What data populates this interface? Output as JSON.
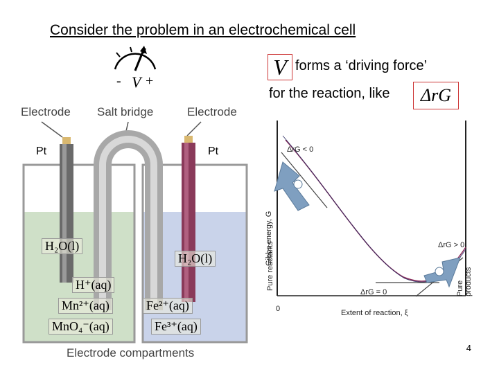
{
  "slide": {
    "title": "Consider the problem in an electrochemical cell",
    "driving_force_text": "forms a ‘driving force’",
    "for_reaction_text": "for the reaction, like",
    "page_number": "4"
  },
  "meter": {
    "minus": "-",
    "v": "V",
    "plus": "+"
  },
  "cell": {
    "electrode_left": "Electrode",
    "salt_bridge": "Salt bridge",
    "electrode_right": "Electrode",
    "pt_left": "Pt",
    "pt_right": "Pt",
    "compartments": "Electrode compartments",
    "species_left": [
      "H₂O(l)",
      "H⁺(aq)",
      "Mn²⁺(aq)",
      "MnO₄⁻(aq)"
    ],
    "species_right": [
      "H₂O(l)",
      "Fe²⁺(aq)",
      "Fe³⁺(aq)"
    ]
  },
  "symbols": {
    "V": "V",
    "delta_r_G": "ΔrG"
  },
  "gibbs_plot": {
    "y_label": "Gibbs energy, G",
    "x_label": "Extent of reaction, ξ",
    "origin": "0",
    "left_axis_label": "Pure reactants",
    "right_axis_label": "Pure products",
    "ann_lt": "ΔrG < 0",
    "ann_gt": "ΔrG > 0",
    "ann_eq": "ΔrG = 0"
  },
  "colors": {
    "left_solution": "#cfe0c8",
    "right_solution": "#c9d3ea",
    "curve": "#8a2b5a",
    "arrow": "#7f9fc0"
  }
}
